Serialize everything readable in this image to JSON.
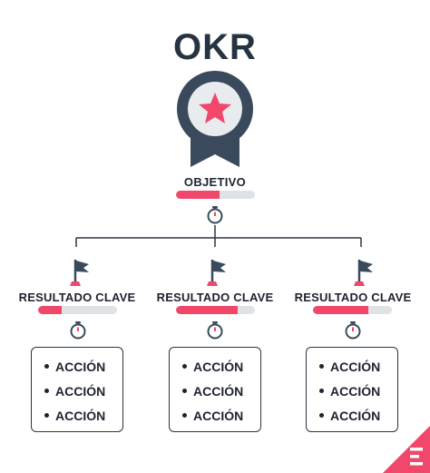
{
  "title": "OKR",
  "objective": {
    "label": "OBJETIVO",
    "progress": 0.55
  },
  "key_results": [
    {
      "label": "RESULTADO CLAVE",
      "progress": 0.3,
      "actions": [
        "ACCIÓN",
        "ACCIÓN",
        "ACCIÓN"
      ]
    },
    {
      "label": "RESULTADO CLAVE",
      "progress": 0.78,
      "actions": [
        "ACCIÓN",
        "ACCIÓN",
        "ACCIÓN"
      ]
    },
    {
      "label": "RESULTADO CLAVE",
      "progress": 0.7,
      "actions": [
        "ACCIÓN",
        "ACCIÓN",
        "ACCIÓN"
      ]
    }
  ],
  "icons": [
    "medal-star-icon",
    "stopwatch-icon",
    "flag-icon",
    "brand-logo-icon"
  ],
  "colors": {
    "accent": "#f0476a",
    "dark": "#3a4a5c",
    "track": "#dfe2e6",
    "medal_inner": "#e9ecef"
  }
}
